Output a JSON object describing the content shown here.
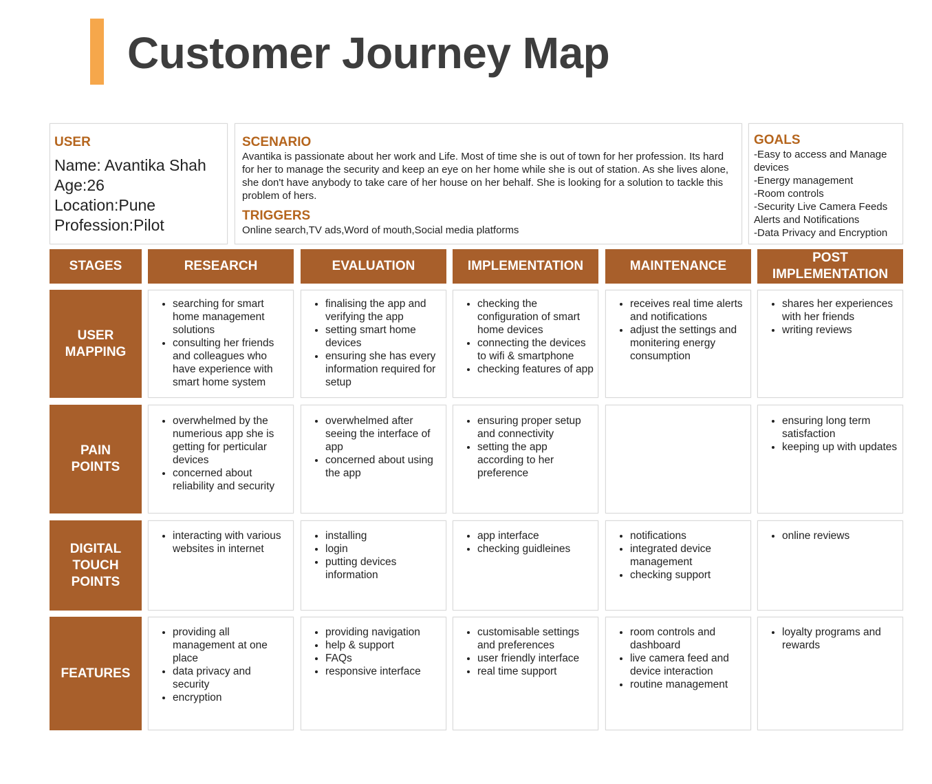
{
  "title": "Customer Journey Map",
  "accent_color": "#f6a74b",
  "header_color": "#a85f2b",
  "heading_color": "#b5651d",
  "user": {
    "heading": "USER",
    "lines": [
      "Name: Avantika Shah",
      "Age:26",
      "Location:Pune",
      "Profession:Pilot"
    ]
  },
  "scenario": {
    "heading": "SCENARIO",
    "text": "Avantika is passionate about her work and Life. Most of time she is out of town for her profession. Its hard for her to manage the security and keep an eye on her home while she is out of station. As she lives alone, she don't have anybody to take care of her house on her behalf. She is looking for a solution to tackle this problem of hers.",
    "triggers_heading": "TRIGGERS",
    "triggers_text": "Online search,TV ads,Word of mouth,Social media platforms"
  },
  "goals": {
    "heading": "GOALS",
    "lines": [
      "-Easy to access and Manage devices",
      "-Energy management",
      "-Room controls",
      "-Security Live Camera Feeds Alerts and Notifications",
      "-Data Privacy and Encryption"
    ]
  },
  "stages": {
    "corner_label": "STAGES",
    "columns": [
      "RESEARCH",
      "EVALUATION",
      "IMPLEMENTATION",
      "MAINTENANCE",
      "POST IMPLEMENTATION"
    ]
  },
  "rows": [
    {
      "label": "USER MAPPING",
      "cells": [
        [
          "searching for smart home management solutions",
          "consulting her friends and colleagues who have experience with smart home system"
        ],
        [
          "finalising the app and verifying the app",
          "setting smart home devices",
          "ensuring she has every information required for setup"
        ],
        [
          "checking the configuration of smart home devices",
          "connecting the devices to wifi & smartphone",
          "checking features of app"
        ],
        [
          "receives real time alerts and notifications",
          "adjust the settings and monitering energy consumption"
        ],
        [
          "shares her experiences with her friends",
          "writing reviews"
        ]
      ]
    },
    {
      "label": "PAIN POINTS",
      "cells": [
        [
          "overwhelmed by the numerious app she is getting for perticular devices",
          "concerned about reliability and security"
        ],
        [
          "overwhelmed after seeing the interface of app",
          "concerned about using the app"
        ],
        [
          "ensuring proper setup and connectivity",
          "setting the app according to her preference"
        ],
        [],
        [
          "ensuring long term satisfaction",
          "keeping up with updates"
        ]
      ]
    },
    {
      "label": "DIGITAL TOUCH POINTS",
      "cells": [
        [
          "interacting with various websites in internet"
        ],
        [
          "installing",
          "login",
          "putting devices information"
        ],
        [
          "app interface",
          "checking guidleines"
        ],
        [
          "notifications",
          "integrated device management",
          "checking support"
        ],
        [
          "online reviews"
        ]
      ]
    },
    {
      "label": "FEATURES",
      "cells": [
        [
          "providing all management at one place",
          "data privacy and security",
          "encryption"
        ],
        [
          "providing navigation",
          "help & support",
          "FAQs",
          "responsive interface"
        ],
        [
          "customisable settings and preferences",
          "user friendly interface",
          "real time support"
        ],
        [
          "room controls and dashboard",
          "live camera feed and device interaction",
          "routine management"
        ],
        [
          "loyalty programs and rewards"
        ]
      ]
    }
  ]
}
